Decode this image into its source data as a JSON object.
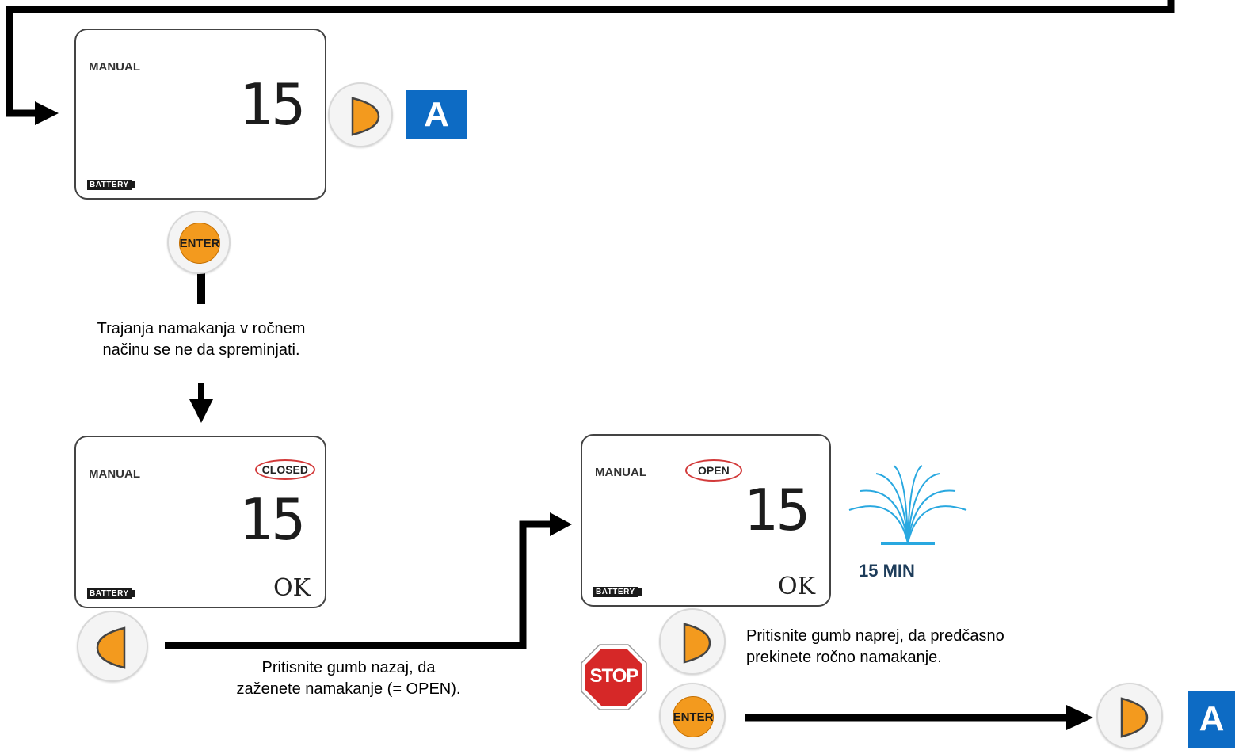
{
  "screens": {
    "top": {
      "mode": "MANUAL",
      "digits": "15",
      "battery": "BATTERY"
    },
    "closed": {
      "mode": "MANUAL",
      "status": "CLOSED",
      "digits": "15",
      "battery": "BATTERY",
      "ok": "OK"
    },
    "open": {
      "mode": "MANUAL",
      "status": "OPEN",
      "digits": "15",
      "battery": "BATTERY",
      "ok": "OK"
    }
  },
  "buttons": {
    "enter_label": "ENTER",
    "stop_label": "STOP"
  },
  "labels": {
    "a": "A"
  },
  "captions": {
    "manual_duration": [
      "Trajanja namakanja v ročnem",
      "načinu se ne da spreminjati."
    ],
    "back_button": [
      "Pritisnite gumb nazaj, da",
      "zaženete namakanje (= OPEN)."
    ],
    "forward_button": [
      "Pritisnite gumb naprej, da predčasno",
      "prekinete ročno namakanje."
    ]
  },
  "sprinkler": {
    "duration": "15 MIN"
  },
  "colors": {
    "accent_orange": "#f39a1e",
    "label_blue": "#0d6bc4",
    "stop_red": "#d62828",
    "water_blue": "#29a8e0"
  },
  "icons": [
    "arrow-right-icon",
    "arrow-left-icon",
    "enter-icon",
    "stop-icon",
    "sprinkler-icon"
  ]
}
